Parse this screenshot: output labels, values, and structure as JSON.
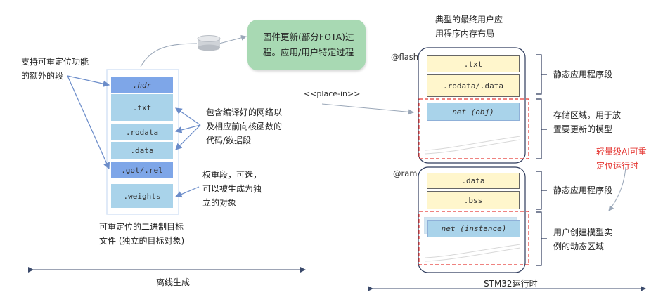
{
  "left_object": {
    "sections": [
      ".hdr",
      ".txt",
      ".rodata",
      ".data",
      ".got/.rel",
      ".weights"
    ],
    "caption_line1": "可重定位的二进制目标",
    "caption_line2": "文件 (独立的目标对象)",
    "note_extra_line1": "支持可重定位功能",
    "note_extra_line2": "的额外的段",
    "note_code_line1": "包含编译好的网络以",
    "note_code_line2": "及相应前向核函数的",
    "note_code_line3": "代码/数据段",
    "note_weights_line1": "权重段，可选，",
    "note_weights_line2": "可以被生成为独",
    "note_weights_line3": "立的对象"
  },
  "fota": {
    "line1": "固件更新(部分FOTA)过",
    "line2": "程。应用/用户特定过程"
  },
  "place_in": "<<place-in>>",
  "right_layout": {
    "title_line1": "典型的最终用户应",
    "title_line2": "用程序内存布局",
    "flash_label": "@flash",
    "ram_label": "@ram",
    "flash_sections": [
      ".txt",
      ".rodata/.data"
    ],
    "flash_net": "net (obj)",
    "ram_sections": [
      ".data",
      ".bss"
    ],
    "ram_net": "net (instance)",
    "note_static_flash": "静态应用程序段",
    "note_storage_line1": "存储区域，用于放",
    "note_storage_line2": "置要更新的模型",
    "note_ai_line1": "轻量级AI可重",
    "note_ai_line2": "定位运行时",
    "note_static_ram": "静态应用程序段",
    "note_dynamic_line1": "用户创建模型实",
    "note_dynamic_line2": "例的动态区域"
  },
  "timeline": {
    "offline": "离线生成",
    "runtime": "STM32运行时"
  },
  "colors": {
    "header_blue": "#7ea6e8",
    "light_blue": "#a9d3ea",
    "fota_green": "#a8d9b3",
    "flash_yellow": "#fff6cc",
    "dashed_red": "#e53935",
    "arrow_blue": "#6b8cc9"
  }
}
